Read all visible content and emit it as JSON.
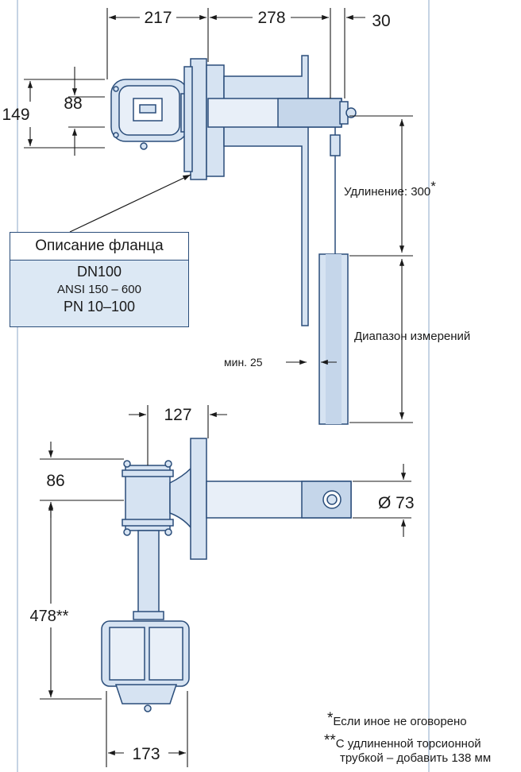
{
  "top_view": {
    "dim_217": "217",
    "dim_278": "278",
    "dim_30": "30",
    "dim_149": "149",
    "dim_88": "88",
    "extension_label": "Удлинение: 300",
    "extension_star": "*",
    "range_label": "Диапазон измерений",
    "min_label": "мин. 25"
  },
  "flange_box": {
    "title": "Описание фланца",
    "line1": "DN100",
    "line2": "ANSI 150 – 600",
    "line3": "PN 10–100"
  },
  "bottom_view": {
    "dim_127": "127",
    "dim_86": "86",
    "dim_73": "Ø 73",
    "dim_478": "478**",
    "dim_173": "173"
  },
  "notes": {
    "note1_star": "*",
    "note1_text": "Если иное не оговорено",
    "note2_star": "**",
    "note2_line1": "С удлиненной торсионной",
    "note2_line2": "трубкой – добавить 138 мм"
  },
  "colors": {
    "drawing_fill": "#d6e3f2",
    "drawing_stroke": "#2a4d7a",
    "frame": "#9fb6d3",
    "dim_line": "#1a1a1a"
  }
}
